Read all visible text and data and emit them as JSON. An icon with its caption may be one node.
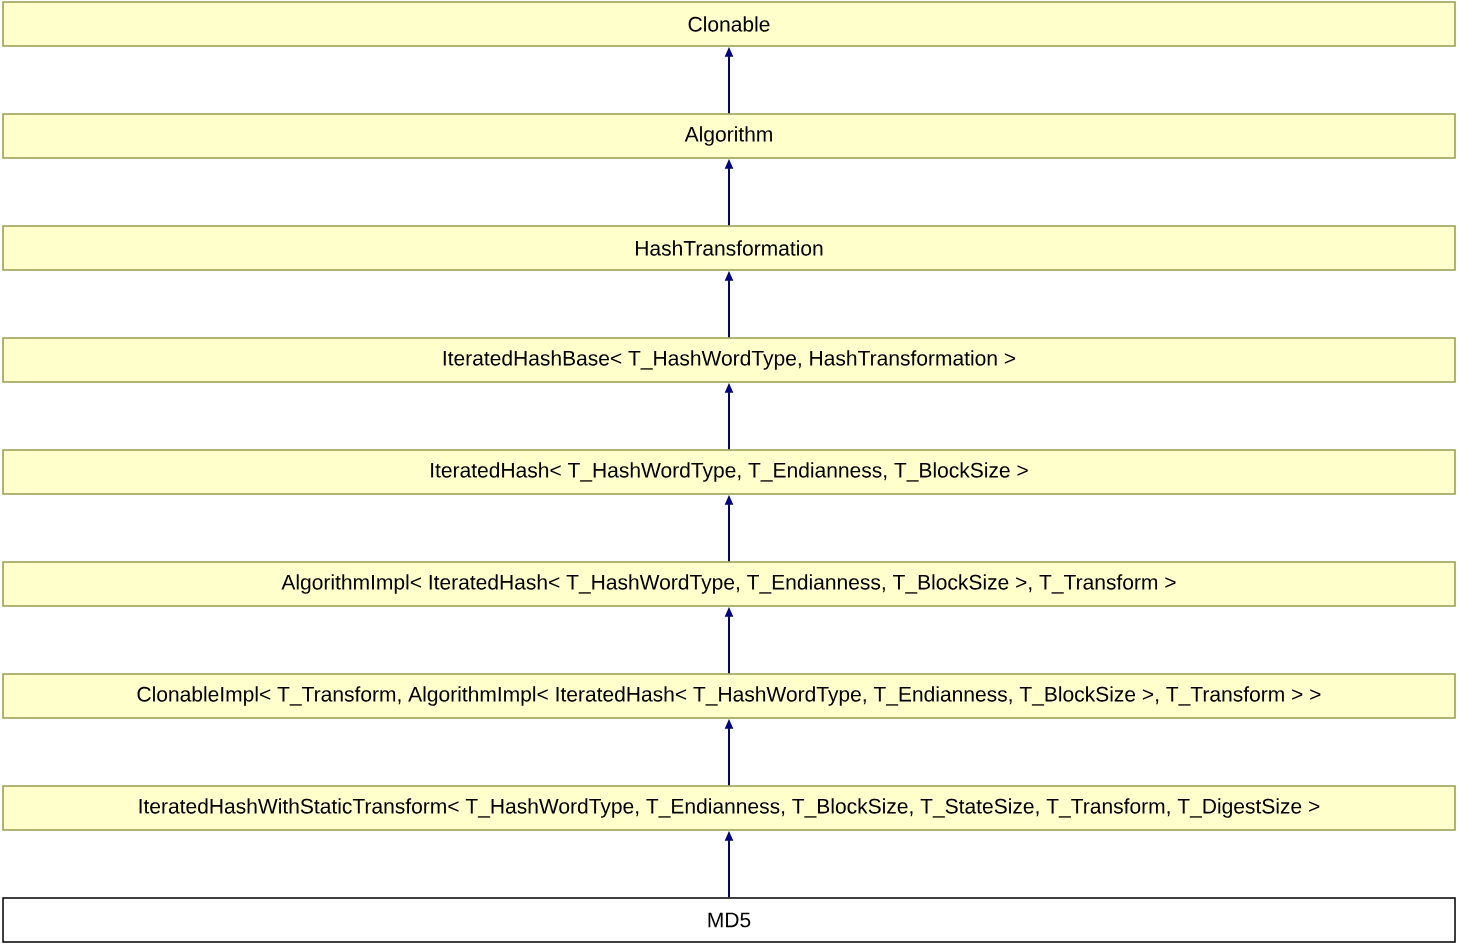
{
  "diagram": {
    "nodes": [
      {
        "text": [
          "Clonable"
        ]
      },
      {
        "text": [
          "Algorithm"
        ]
      },
      {
        "text": [
          "HashTransformation"
        ]
      },
      {
        "text": [
          "IteratedHashBase< T_HashWordType, HashTransformation >"
        ]
      },
      {
        "text": [
          "IteratedHash< T_HashWordType, T_Endianness, T_BlockSize >"
        ]
      },
      {
        "text": [
          "AlgorithmImpl< IteratedHash< T_HashWordType, T_Endianness, T_BlockSize >, T_Transform >"
        ]
      },
      {
        "text": [
          "ClonableImpl< T_Transform, AlgorithmImpl< IteratedHash< T_HashWordType, T_Endianness, T_BlockSize >, T_Transform > >"
        ]
      },
      {
        "text": [
          "IteratedHashWithStaticTransform< T_HashWordType, T_Endianness, T_BlockSize, T_StateSize, T_Transform, T_DigestSize >"
        ]
      },
      {
        "text": [
          "MD5"
        ]
      }
    ],
    "edges": [
      {
        "from": 1,
        "to": 0,
        "arrow": "to"
      },
      {
        "from": 2,
        "to": 1,
        "arrow": "to"
      },
      {
        "from": 3,
        "to": 2,
        "arrow": "to"
      },
      {
        "from": 4,
        "to": 3,
        "arrow": "to"
      },
      {
        "from": 5,
        "to": 4,
        "arrow": "to"
      },
      {
        "from": 6,
        "to": 5,
        "arrow": "to"
      },
      {
        "from": 7,
        "to": 6,
        "arrow": "to"
      },
      {
        "from": 8,
        "to": 7,
        "arrow": "to"
      }
    ]
  }
}
